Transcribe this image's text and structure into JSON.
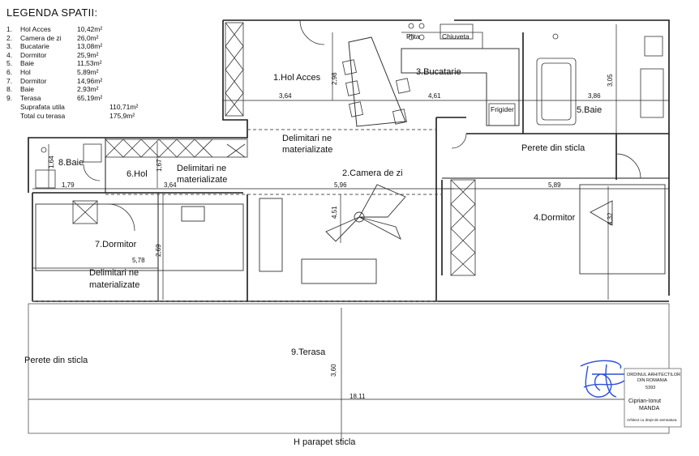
{
  "legend": {
    "title": "LEGENDA SPATII:",
    "rooms": [
      {
        "num": "1.",
        "name": "Hol Acces",
        "area": "10,42m²"
      },
      {
        "num": "2.",
        "name": "Camera de zi",
        "area": "26,0m²"
      },
      {
        "num": "3.",
        "name": "Bucatarie",
        "area": "13,08m²"
      },
      {
        "num": "4.",
        "name": "Dormitor",
        "area": "25,9m²"
      },
      {
        "num": "5.",
        "name": "Baie",
        "area": "11,53m²"
      },
      {
        "num": "6.",
        "name": "Hol",
        "area": "5,89m²"
      },
      {
        "num": "7.",
        "name": "Dormitor",
        "area": "14,96m²"
      },
      {
        "num": "8.",
        "name": "Baie",
        "area": "2,93m²"
      },
      {
        "num": "9.",
        "name": "Terasa",
        "area": "65,19m²"
      }
    ],
    "useful_area_label": "Suprafata utila",
    "useful_area_value": "110,71m²",
    "total_label": "Total cu terasa",
    "total_value": "175,9m²"
  },
  "rooms": {
    "hol_acces": "1.Hol Acces",
    "camera_de_zi": "2.Camera de zi",
    "bucatarie": "3.Bucatarie",
    "dormitor_4": "4.Dormitor",
    "baie_5": "5.Baie",
    "hol_6": "6.Hol",
    "dormitor_7": "7.Dormitor",
    "baie_8": "8.Baie",
    "terasa": "9.Terasa"
  },
  "annotations": {
    "delimitari_line1": "Delimitari ne",
    "delimitari_line2": "materializate",
    "perete_sticla": "Perete din sticla",
    "h_parapet": "H parapet sticla",
    "plita": "Plita",
    "chiuveta": "Chiuveta",
    "frigider": "Frigider"
  },
  "dimensions": {
    "d_364_a": "3,64",
    "d_298": "2,98",
    "d_461": "4,61",
    "d_386": "3,86",
    "d_305": "3,05",
    "d_164": "1,64",
    "d_179": "1,79",
    "d_167": "1,67",
    "d_364_b": "3,64",
    "d_596": "5,96",
    "d_589": "5,89",
    "d_451": "4,51",
    "d_432": "4,32",
    "d_578": "5,78",
    "d_269": "2,69",
    "d_360": "3,60",
    "d_1811": "18,11"
  },
  "stamp": {
    "line1": "ORDINUL ARHITECTILOR",
    "line2": "DIN ROMANIA",
    "number": "5393",
    "name1": "Ciprian-Ionut",
    "name2": "MANDA",
    "footer": "Arhitect cu drept de semnatura"
  },
  "colors": {
    "wall": "#1a1a1a",
    "dashed": "#555555",
    "signature_ink": "#2b4fd6"
  }
}
